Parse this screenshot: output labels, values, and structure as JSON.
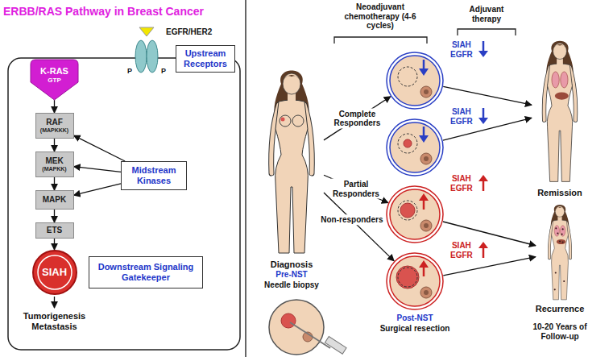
{
  "diagram": {
    "title": "ERBB/RAS Pathway in Breast Cancer",
    "nodes": [
      {
        "text": [
          "EGFR/HER2"
        ]
      },
      {
        "text": [
          "Upstream Receptors"
        ]
      },
      {
        "text": [
          "K-RAS",
          "GTP"
        ]
      },
      {
        "text": [
          "RAF",
          "(MAPKKK)"
        ]
      },
      {
        "text": [
          "MEK",
          "(MAPKK)"
        ]
      },
      {
        "text": [
          "MAPK"
        ]
      },
      {
        "text": [
          "Midstream Kinases"
        ]
      },
      {
        "text": [
          "ETS"
        ]
      },
      {
        "text": [
          "SIAH"
        ]
      },
      {
        "text": [
          "Downstream Signaling Gatekeeper"
        ]
      },
      {
        "text": [
          "Diagnosis",
          "Pre-NST",
          "Needle biopsy"
        ]
      },
      {
        "text": [
          "SIAH EGFR"
        ]
      },
      {
        "text": [
          "SIAH EGFR"
        ]
      },
      {
        "text": [
          "SIAH EGFR"
        ]
      },
      {
        "text": [
          "SIAH EGFR"
        ]
      },
      {
        "text": [
          "Remission"
        ]
      },
      {
        "text": [
          "Recurrence"
        ]
      }
    ],
    "edges": [
      {
        "from": 2,
        "to": 3,
        "arrow": "to"
      },
      {
        "from": 3,
        "to": 4,
        "arrow": "to"
      },
      {
        "from": 4,
        "to": 5,
        "arrow": "to"
      },
      {
        "from": 5,
        "to": 7,
        "arrow": "to"
      },
      {
        "from": 7,
        "to": 8,
        "arrow": "to"
      },
      {
        "from": 6,
        "to": 3,
        "arrow": "to"
      },
      {
        "from": 6,
        "to": 4,
        "arrow": "to"
      },
      {
        "from": 6,
        "to": 5,
        "arrow": "to"
      },
      {
        "from": 10,
        "to": 11,
        "label": "Complete Responders",
        "arrow": "to"
      },
      {
        "from": 10,
        "to": 13,
        "label": "Partial Responders",
        "arrow": "to"
      },
      {
        "from": 10,
        "to": 14,
        "label": "Non-responders",
        "arrow": "to"
      },
      {
        "from": 11,
        "to": 15,
        "arrow": "to"
      },
      {
        "from": 12,
        "to": 15,
        "arrow": "to"
      },
      {
        "from": 13,
        "to": 16,
        "arrow": "to"
      },
      {
        "from": 14,
        "to": 16,
        "arrow": "to"
      }
    ],
    "labels": [
      "P",
      "P",
      "Tumorigenesis Metastasis",
      "Neoadjuvant chemotherapy (4-6 cycles)",
      "Adjuvant therapy",
      "Post-NST",
      "Surgical resection",
      "10-20 Years of Follow-up"
    ]
  }
}
